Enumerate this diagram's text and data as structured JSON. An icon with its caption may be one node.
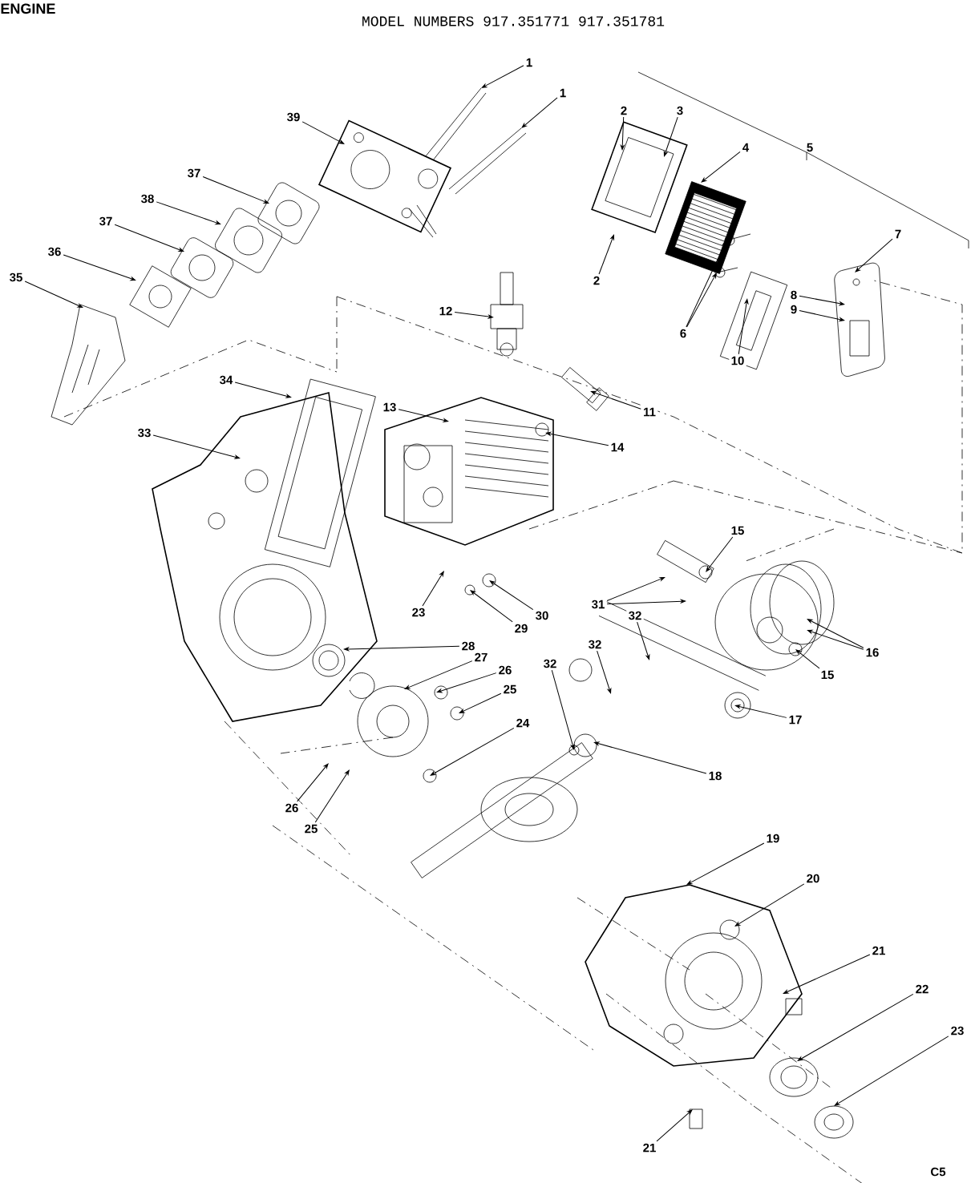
{
  "diagram": {
    "title": "ENGINE",
    "nodes": [
      {
        "text": [
          "1"
        ]
      },
      {
        "text": [
          "1"
        ]
      },
      {
        "text": [
          "39"
        ]
      },
      {
        "text": [
          "2"
        ]
      },
      {
        "text": [
          "3"
        ]
      },
      {
        "text": [
          "4"
        ]
      },
      {
        "text": [
          "37"
        ]
      },
      {
        "text": [
          "38"
        ]
      },
      {
        "text": [
          "37"
        ]
      },
      {
        "text": [
          "7"
        ]
      },
      {
        "text": [
          "36"
        ]
      },
      {
        "text": [
          "35"
        ]
      },
      {
        "text": [
          "2"
        ]
      },
      {
        "text": [
          "8"
        ]
      },
      {
        "text": [
          "12"
        ]
      },
      {
        "text": [
          "9"
        ]
      },
      {
        "text": [
          "6"
        ]
      },
      {
        "text": [
          "10"
        ]
      },
      {
        "text": [
          "34"
        ]
      },
      {
        "text": [
          "13"
        ]
      },
      {
        "text": [
          "11"
        ]
      },
      {
        "text": [
          "33"
        ]
      },
      {
        "text": [
          "14"
        ]
      },
      {
        "text": [
          "15"
        ]
      },
      {
        "text": [
          "31"
        ]
      },
      {
        "text": [
          "23"
        ]
      },
      {
        "text": [
          "32"
        ]
      },
      {
        "text": [
          "30"
        ]
      },
      {
        "text": [
          "29"
        ]
      },
      {
        "text": [
          "28"
        ]
      },
      {
        "text": [
          "32"
        ]
      },
      {
        "text": [
          "27"
        ]
      },
      {
        "text": [
          "16"
        ]
      },
      {
        "text": [
          "15"
        ]
      },
      {
        "text": [
          "26"
        ]
      },
      {
        "text": [
          "32"
        ]
      },
      {
        "text": [
          "25"
        ]
      },
      {
        "text": [
          "24"
        ]
      },
      {
        "text": [
          "17"
        ]
      },
      {
        "text": [
          "18"
        ]
      },
      {
        "text": [
          "26"
        ]
      },
      {
        "text": [
          "25"
        ]
      },
      {
        "text": [
          "19"
        ]
      },
      {
        "text": [
          "20"
        ]
      },
      {
        "text": [
          "21"
        ]
      },
      {
        "text": [
          "22"
        ]
      },
      {
        "text": [
          "23"
        ]
      },
      {
        "text": [
          "21"
        ]
      }
    ],
    "edges": [
      {
        "from": 0,
        "to": null,
        "arrow": "to"
      },
      {
        "from": 1,
        "to": null,
        "arrow": "to"
      },
      {
        "from": 2,
        "to": null,
        "arrow": "to"
      },
      {
        "from": 3,
        "to": null,
        "arrow": "to"
      },
      {
        "from": 4,
        "to": null,
        "arrow": "to"
      },
      {
        "from": 5,
        "to": null,
        "arrow": "to"
      },
      {
        "from": 6,
        "to": null,
        "arrow": "to"
      },
      {
        "from": 7,
        "to": null,
        "arrow": "to"
      },
      {
        "from": 8,
        "to": null,
        "arrow": "to"
      },
      {
        "from": 9,
        "to": null,
        "arrow": "to"
      },
      {
        "from": 10,
        "to": null,
        "arrow": "to"
      },
      {
        "from": 11,
        "to": null,
        "arrow": "to"
      },
      {
        "from": 12,
        "to": null,
        "arrow": "to"
      },
      {
        "from": 13,
        "to": null,
        "arrow": "to"
      },
      {
        "from": 14,
        "to": null,
        "arrow": "to"
      },
      {
        "from": 15,
        "to": null,
        "arrow": "to"
      },
      {
        "from": 16,
        "to": null,
        "arrow": "to"
      },
      {
        "from": 16,
        "to": null,
        "arrow": "to"
      },
      {
        "from": 17,
        "to": null,
        "arrow": "to"
      },
      {
        "from": 18,
        "to": null,
        "arrow": "to"
      },
      {
        "from": 19,
        "to": null,
        "arrow": "to"
      },
      {
        "from": 20,
        "to": null,
        "arrow": "to"
      },
      {
        "from": 21,
        "to": null,
        "arrow": "to"
      },
      {
        "from": 22,
        "to": null,
        "arrow": "to"
      },
      {
        "from": 23,
        "to": null,
        "arrow": "to"
      },
      {
        "from": 24,
        "to": null,
        "arrow": "to"
      },
      {
        "from": 24,
        "to": null,
        "arrow": "to"
      },
      {
        "from": 25,
        "to": null,
        "arrow": "to"
      },
      {
        "from": 26,
        "to": null,
        "arrow": "to"
      },
      {
        "from": 27,
        "to": null,
        "arrow": "to"
      },
      {
        "from": 28,
        "to": null,
        "arrow": "to"
      },
      {
        "from": 29,
        "to": null,
        "arrow": "to"
      },
      {
        "from": 30,
        "to": null,
        "arrow": "to"
      },
      {
        "from": 31,
        "to": null,
        "arrow": "to"
      },
      {
        "from": 32,
        "to": null,
        "arrow": "to"
      },
      {
        "from": 32,
        "to": null,
        "arrow": "to"
      },
      {
        "from": 33,
        "to": null,
        "arrow": "to"
      },
      {
        "from": 34,
        "to": null,
        "arrow": "to"
      },
      {
        "from": 35,
        "to": null,
        "arrow": "to"
      },
      {
        "from": 36,
        "to": null,
        "arrow": "to"
      },
      {
        "from": 37,
        "to": null,
        "arrow": "to"
      },
      {
        "from": 38,
        "to": null,
        "arrow": "to"
      },
      {
        "from": 39,
        "to": null,
        "arrow": "to"
      },
      {
        "from": 40,
        "to": null,
        "arrow": "to"
      },
      {
        "from": 41,
        "to": null,
        "arrow": "to"
      },
      {
        "from": 42,
        "to": null,
        "arrow": "to"
      },
      {
        "from": 43,
        "to": null,
        "arrow": "to"
      },
      {
        "from": 44,
        "to": null,
        "arrow": "to"
      },
      {
        "from": 45,
        "to": null,
        "arrow": "to"
      },
      {
        "from": 46,
        "to": null,
        "arrow": "to"
      },
      {
        "from": 47,
        "to": null,
        "arrow": "to"
      }
    ],
    "labels": [
      "MODEL NUMBERS 917.351771 917.351781",
      "5",
      "C5"
    ]
  }
}
